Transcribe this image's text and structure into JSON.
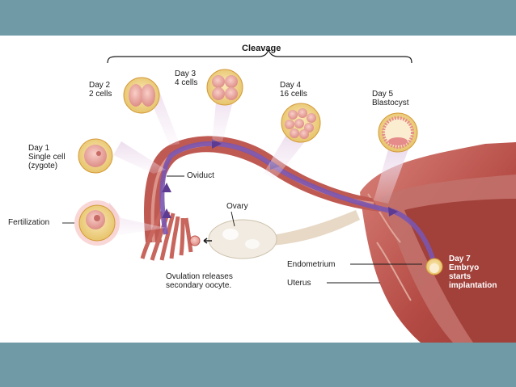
{
  "colors": {
    "frame_band": "#6f9aa6",
    "tissue": "#b84a44",
    "tissue_light": "#e7a79c",
    "arrow": "#7a55b0",
    "cell_outer": "#f2dd96",
    "cell_inner": "#f2b6b4"
  },
  "labels": {
    "cleavage": "Cleavage",
    "fertilization": "Fertilization",
    "day1": "Day 1\nSingle cell\n(zygote)",
    "day2": "Day 2\n2 cells",
    "day3": "Day 3\n4 cells",
    "day4": "Day 4\n16 cells",
    "day5": "Day 5\nBlastocyst",
    "oviduct": "Oviduct",
    "ovary": "Ovary",
    "ovulation": "Ovulation releases\nsecondary oocyte.",
    "endometrium": "Endometrium",
    "uterus": "Uterus",
    "day7": "Day 7\nEmbryo\nstarts\nimplantation"
  }
}
